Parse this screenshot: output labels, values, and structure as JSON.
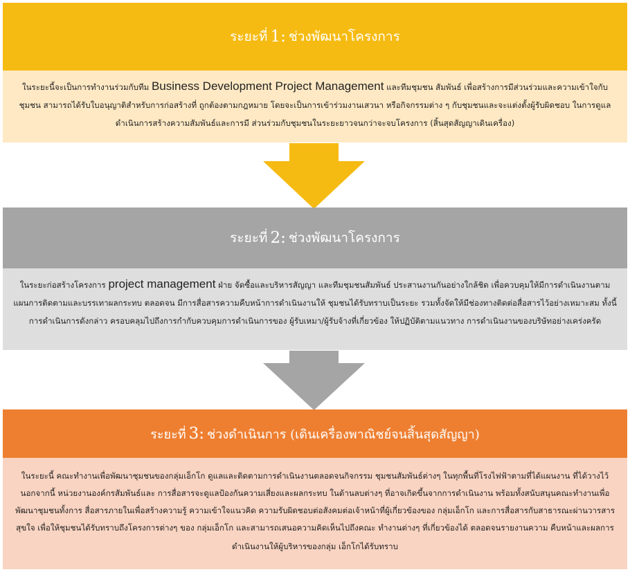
{
  "colors": {
    "phase1_header": "#f6bb12",
    "phase1_body": "#fee9c4",
    "phase2_header": "#a5a5a5",
    "phase2_body": "#dedede",
    "phase3_header": "#ee7f31",
    "phase3_body": "#f9d4c2"
  },
  "phases": [
    {
      "prefix": "ระยะที่",
      "number": "1:",
      "title": "ช่วงพัฒนาโครงการ",
      "body_before": "ในระยะนี้จะเป็นการทำงานร่วมกับทีม ",
      "body_highlight": "Business Development Project Management",
      "body_after": " และทีมชุมชน สัมพันธ์ เพื่อสร้างการมีส่วนร่วมและความเข้าใจกับ ชุมชน สามารถได้รับใบอนุญาติสำหรับการก่อสร้างที่ ถูกต้องตามกฎหมาย โดยจะเป็นการเข้าร่วมงานเสวนา หรือกิจกรรมต่าง ๆ กับชุมชนและจะแต่งตั้งผู้รับผิดชอบ ในการดูแลดำเนินการสร้างความสัมพันธ์และการมี ส่วนร่วมกับชุมชนในระยะยาวจนกว่าจะจบโครงการ (สิ้นสุดสัญญาเดินเครื่อง)"
    },
    {
      "prefix": "ระยะที่",
      "number": "2:",
      "title": "ช่วงพัฒนาโครงการ",
      "body_before": "ในระยะก่อสร้างโครงการ ",
      "body_highlight": "project management",
      "body_after": " ฝ่าย จัดซื้อและบริหารสัญญา และทีมชุมชนสัมพันธ์ ประสานงานกันอย่างใกล้ชิด เพื่อควบคุมให้มีการดำเนินงานตามแผนการติดตามและบรรเทาผลกระทบ ตลอดจน มีการสื่อสารความคืบหน้าการดำเนินงานให้ ชุมชนได้รับทราบเป็นระยะ รวมทั้งจัดให้มีช่องทางติดต่อสื่อสารไว้อย่างเหมาะสม ทั้งนี้ การดำเนินการดังกล่าว ครอบคลุมไปถึงการกำกับควบคุมการดำเนินการของ ผู้รับเหมา/ผู้รับจ้างที่เกี่ยวข้อง ให้ปฏิบัติตามแนวทาง การดำเนินงานของบริษัทอย่างเคร่งครัด"
    },
    {
      "prefix": "ระยะที่",
      "number": "3:",
      "title": "ช่วงดำเนินการ (เดินเครื่องพาณิชย์จนสิ้นสุดสัญญา)",
      "body_before": "ในระยะนี้ คณะทำงานเพื่อพัฒนาชุมชนของกลุ่มเอ็กโก ดูแลและติดตามการดำเนินงานตลอดจนกิจกรรม ชุมชนสัมพันธ์ต่างๆ ในทุกพื้นที่โรงไฟฟ้าตามที่ได้แผนงาน ที่ได้วางไว้ นอกจากนี้ หน่วยงานองค์กรสัมพันธ์และ การสื่อสารจะดูแลป้องกันความเสี่ยงและผลกระทบ ในด้านลบต่างๆ ที่อาจเกิดขึ้นจากการดำเนินงาน พร้อมทั้งสนับสนุนคณะทำงานเพื่อพัฒนาชุมชนทั้งการ สื่อสารภายในเพื่อสร้างความรู้ ความเข้าใจแนวคิด ความรับผิดชอบต่อสังคมต่อเจ้าหน้าที่ผู้เกี่ยวข้องของ กลุ่มเอ็กโก และการสื่อสารกับสาธารณะผ่านวารสาร สุขใจ เพื่อให้ชุมชนได้รับทราบถึงโครงการต่างๆ ของ กลุ่มเอ็กโก และสามารถเสนอความคิดเห็นไปถึงคณะ ทำงานต่างๆ ที่เกี่ยวข้องได้ ตลอดจนรายงานความ คืบหน้าและผลการดำเนินงานให้ผู้บริหารของกลุ่ม เอ็กโกได้รับทราบ",
      "body_highlight": "",
      "body_after": ""
    }
  ]
}
